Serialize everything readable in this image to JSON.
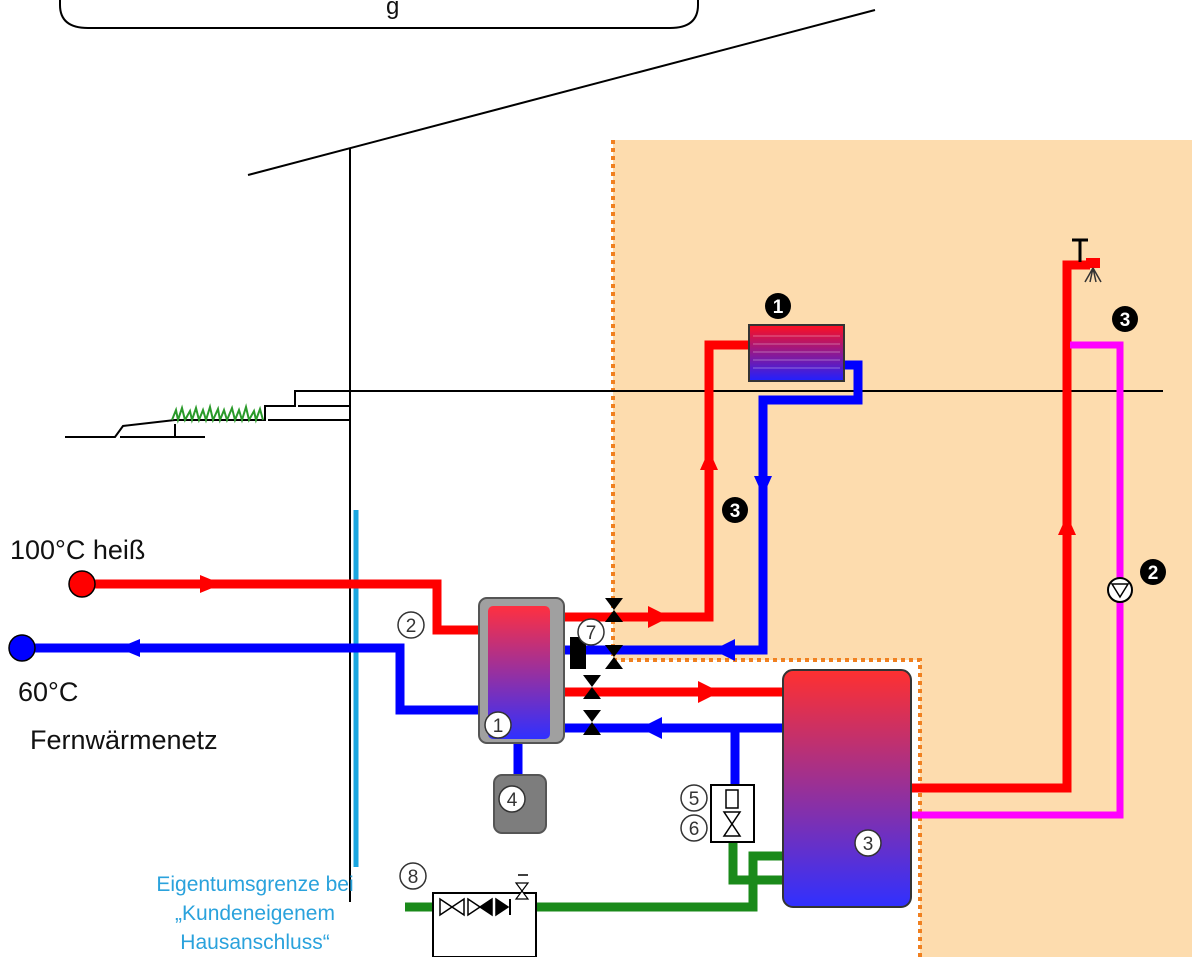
{
  "labels": {
    "supply_temp": "100°C heiß",
    "return_temp": "60°C",
    "network": "Fernwärmenetz",
    "property_boundary_line1": "Eigentumsgrenze bei",
    "property_boundary_line2": "„Kundeneigenem",
    "property_boundary_line3": "Hausanschluss“",
    "header_fragment": "g"
  },
  "markers": {
    "filled": {
      "radiator": "1",
      "pump": "2",
      "heating_riser": "3",
      "hot_water": "3"
    },
    "outlined": {
      "heat_exchanger": "1",
      "supply_inlet": "2",
      "storage_tank": "3",
      "expansion_vessel": "4",
      "meter_5": "5",
      "meter_6": "6",
      "valve_group": "7",
      "cold_water_inlet": "8"
    }
  },
  "colors": {
    "supply": "#ff0000",
    "return": "#0000ff",
    "circulation": "#ff00ff",
    "cold_water": "#1a8a1a",
    "property_boundary": "#1aa6e0",
    "customer_zone": "#fddcae",
    "zone_outline": "#f08020"
  }
}
